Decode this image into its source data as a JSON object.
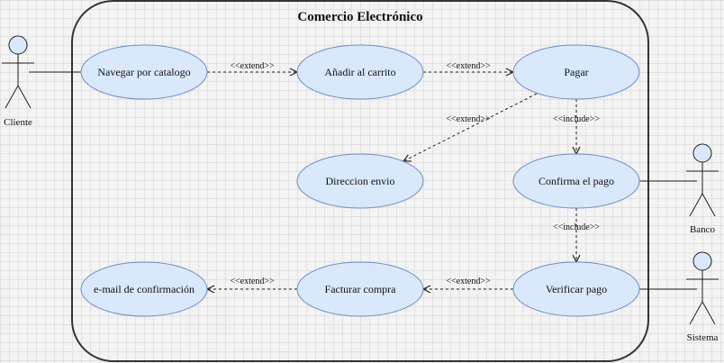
{
  "system_boundary": {
    "title": "Comercio Electrónico"
  },
  "actors": {
    "cliente": "Cliente",
    "banco": "Banco",
    "sistema": "Sistema"
  },
  "use_cases": {
    "navegar": "Navegar por catalogo",
    "anadir": "Añadir al carrito",
    "pagar": "Pagar",
    "direccion": "Direccion envio",
    "confirma": "Confirma el pago",
    "verificar": "Verificar pago",
    "facturar": "Facturar compra",
    "email": "e-mail de confirmación"
  },
  "relations": {
    "navegar_anadir": "<<extend>>",
    "anadir_pagar": "<<extend>>",
    "pagar_direccion": "<<extend>>",
    "pagar_confirma": "<<include>>",
    "confirma_verificar": "<<include>>",
    "verificar_facturar": "<<extend>>",
    "facturar_email": "<<extend>>"
  },
  "colors": {
    "use_case_fill": "#dae8fc",
    "use_case_stroke": "#6c8ebf",
    "line": "#222222"
  }
}
